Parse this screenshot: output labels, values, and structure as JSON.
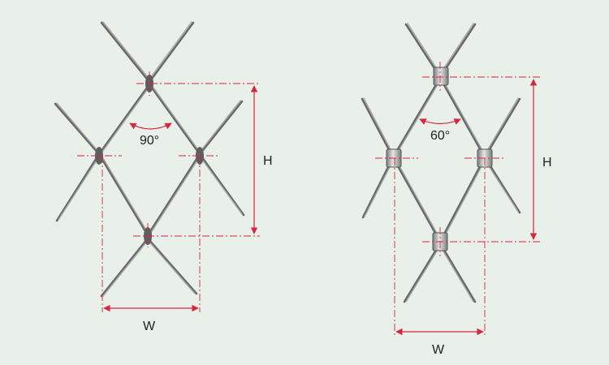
{
  "left_diagram": {
    "angle_label": "90°",
    "height_label": "H",
    "width_label": "W"
  },
  "right_diagram": {
    "angle_label": "60°",
    "height_label": "H",
    "width_label": "W"
  },
  "colors": {
    "background": "#e9efe9",
    "dimension_lines": "#d7263d",
    "cable": "#6a6a6a",
    "ferrule": "#b8b8b8"
  }
}
